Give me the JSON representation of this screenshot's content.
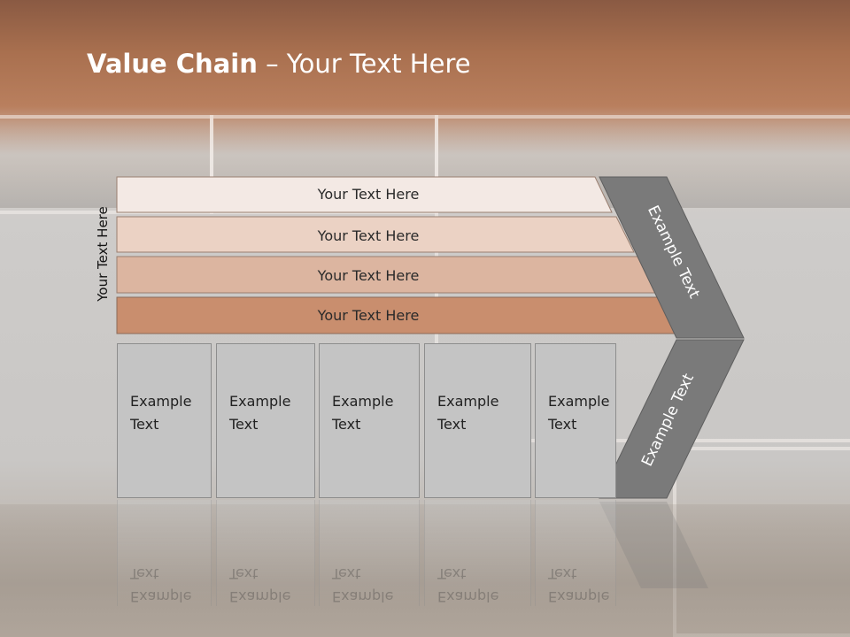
{
  "slide": {
    "title_bold": "Value Chain",
    "title_rest": " – Your Text Here",
    "side_label": "Your Text Here"
  },
  "rows": [
    {
      "label": "Your Text Here",
      "color": "#f3e9e4"
    },
    {
      "label": "Your Text Here",
      "color": "#ebd2c4"
    },
    {
      "label": "Your Text Here",
      "color": "#dcb5a0"
    },
    {
      "label": "Your Text Here",
      "color": "#c98e6e"
    }
  ],
  "boxes": [
    {
      "label": "Example\nText"
    },
    {
      "label": "Example\nText"
    },
    {
      "label": "Example\nText"
    },
    {
      "label": "Example\nText"
    },
    {
      "label": "Example\nText"
    }
  ],
  "chevron": {
    "upper_label": "Example Text",
    "lower_label": "Example Text",
    "color": "#7a7a7a"
  },
  "colors": {
    "title": "#ffffff",
    "header_brown": "#a9704f",
    "box_gray": "#c4c4c4"
  }
}
